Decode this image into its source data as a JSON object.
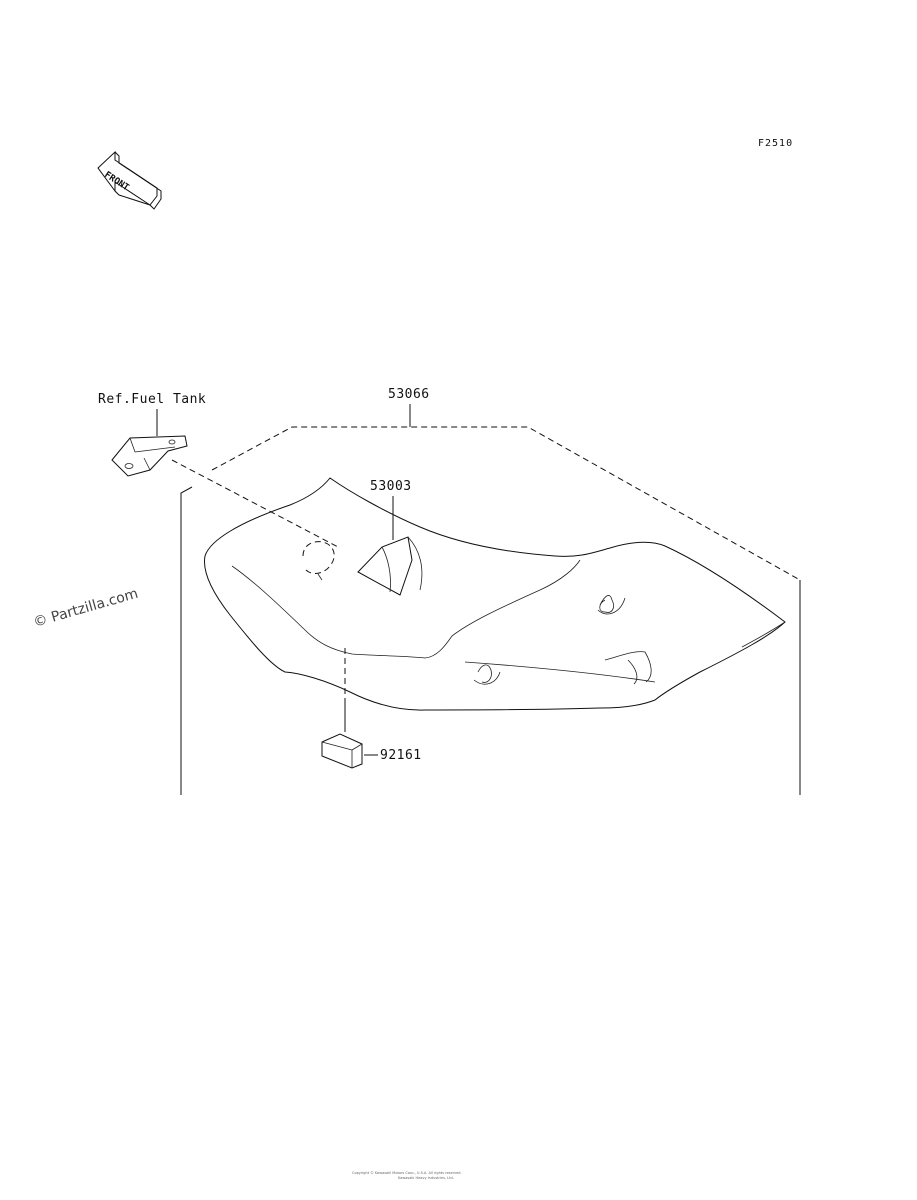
{
  "diagram": {
    "code": "F2510",
    "front_label": "FRONT",
    "watermark": "© Partzilla.com",
    "parts": {
      "ref_fuel_tank": "Ref.Fuel Tank",
      "seat_assembly": "53066",
      "part_53003": "53003",
      "part_92161": "92161"
    },
    "footer": {
      "line1": "Copyright © Kawasaki Motors Corp., U.S.A. All rights reserved.",
      "line2": "Kawasaki Heavy Industries, Ltd."
    }
  }
}
